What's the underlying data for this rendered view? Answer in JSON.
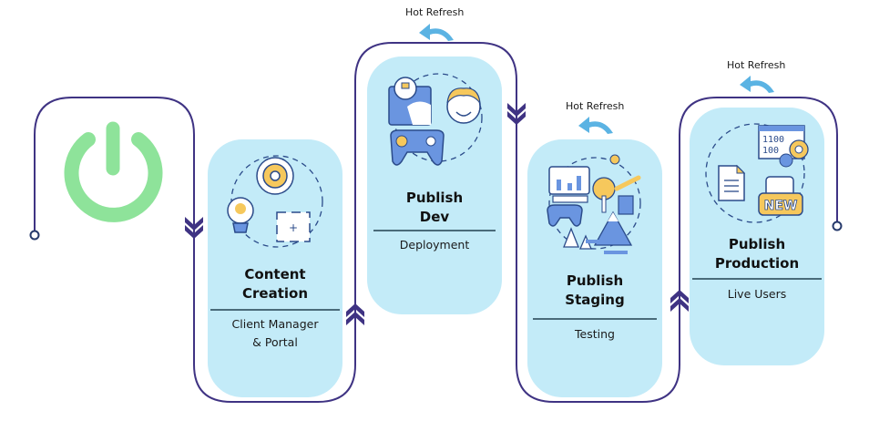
{
  "diagram": {
    "start": {
      "icon": "power-icon",
      "color": "#8ee39a"
    },
    "track_color": "#3f3383",
    "card_color": "#c3ebf8",
    "refresh_color": "#5bb3e3",
    "stages": [
      {
        "title_lines": [
          "Content",
          "Creation"
        ],
        "subtitle_lines": [
          "Client Manager",
          "& Portal"
        ],
        "icon": "idea-gear-illustration",
        "hot_refresh": null
      },
      {
        "title_lines": [
          "Publish",
          "Dev"
        ],
        "subtitle_lines": [
          "Deployment"
        ],
        "icon": "game-dev-illustration",
        "hot_refresh": "Hot Refresh"
      },
      {
        "title_lines": [
          "Publish",
          "Staging"
        ],
        "subtitle_lines": [
          "Testing"
        ],
        "icon": "game-design-illustration",
        "hot_refresh": "Hot Refresh"
      },
      {
        "title_lines": [
          "Publish",
          "Production"
        ],
        "subtitle_lines": [
          "Live Users"
        ],
        "icon": "new-release-illustration",
        "hot_refresh": "Hot Refresh"
      }
    ],
    "production_code": [
      "1100",
      "100"
    ],
    "new_badge": "NEW"
  }
}
